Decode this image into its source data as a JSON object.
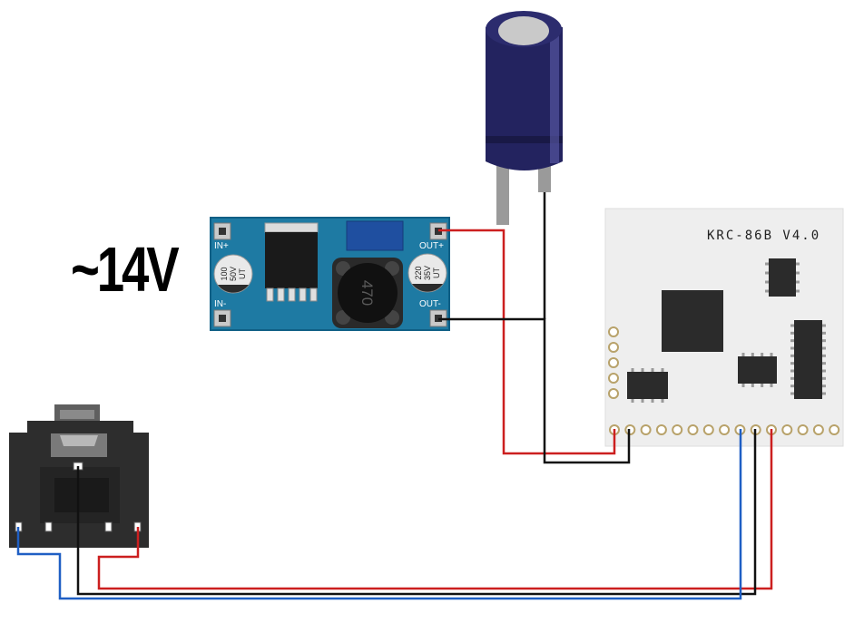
{
  "supply_label": "~14V",
  "buck_converter": {
    "pin_in_plus": "IN+",
    "pin_in_minus": "IN-",
    "pin_out_plus": "OUT+",
    "pin_out_minus": "OUT-",
    "cap_left": [
      "100",
      "50V",
      "UT"
    ],
    "cap_right": [
      "220",
      "35V",
      "UT"
    ],
    "inductor_marking": "470"
  },
  "bluetooth_module": {
    "title": "KRC-86B V4.0"
  },
  "colors": {
    "board_blue": "#1e7aa3",
    "wire_red": "#cc1f1f",
    "wire_black": "#111111",
    "wire_blue": "#1f5fc4",
    "capacitor_body": "#2a2a6e",
    "module_pcb": "#eeeeee"
  }
}
